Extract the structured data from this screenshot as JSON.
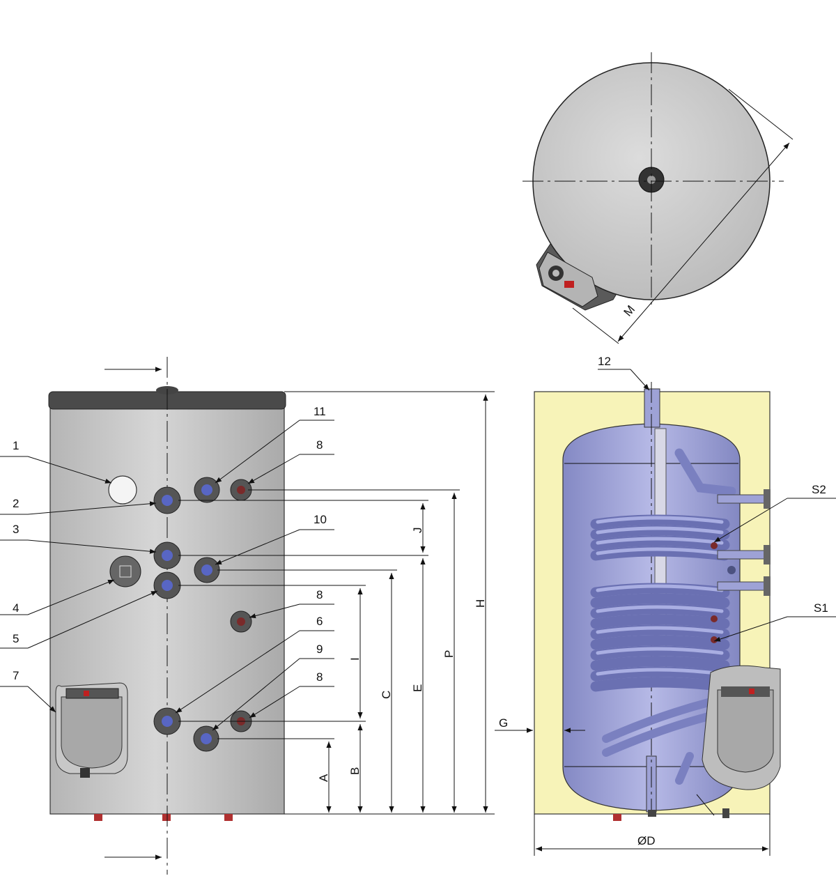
{
  "callouts": {
    "n1": "1",
    "n2": "2",
    "n3": "3",
    "n4": "4",
    "n5": "5",
    "n6": "6",
    "n7": "7",
    "n8": "8",
    "n9": "9",
    "n10": "10",
    "n11": "11",
    "n12": "12",
    "s1": "S1",
    "s2": "S2"
  },
  "dimensions": {
    "A": "A",
    "B": "B",
    "C": "C",
    "D": "ØD",
    "E": "E",
    "G": "G",
    "H": "H",
    "I": "I",
    "J": "J",
    "M": "M",
    "P": "P"
  },
  "colors": {
    "casing": "#c8c8c8",
    "cap": "#4a4a4a",
    "insulation": "#f7f3b8",
    "tank": "#9ea2d6",
    "coil": "#8d93cf",
    "top_view": "#d2d2d2"
  }
}
